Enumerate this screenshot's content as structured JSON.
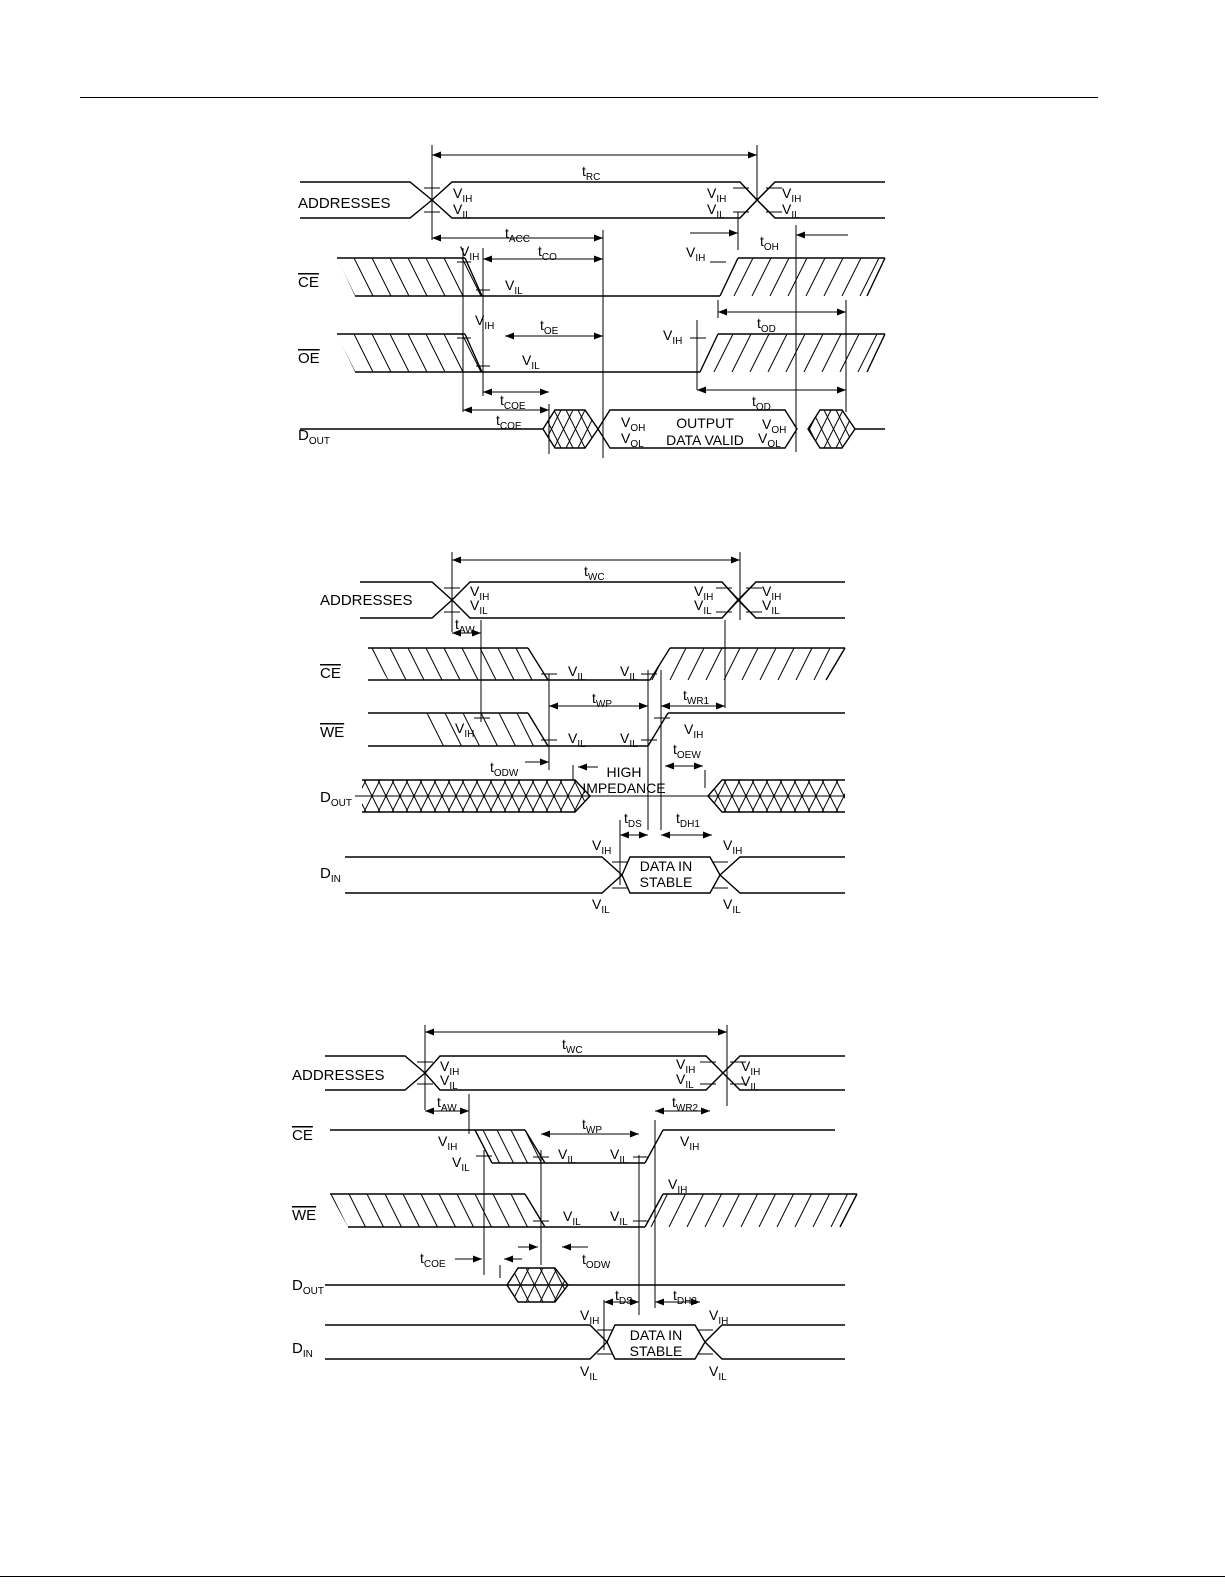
{
  "common": {
    "v_ih": {
      "main": "V",
      "sub": "IH"
    },
    "v_il": {
      "main": "V",
      "sub": "IL"
    },
    "v_oh": {
      "main": "V",
      "sub": "OH"
    },
    "v_ol": {
      "main": "V",
      "sub": "OL"
    }
  },
  "read_cycle": {
    "signals": {
      "addresses": "ADDRESSES",
      "ce": "CE",
      "oe": "OE",
      "dout": {
        "main": "D",
        "sub": "OUT"
      }
    },
    "timings": {
      "t_rc": {
        "main": "t",
        "sub": "RC"
      },
      "t_acc": {
        "main": "t",
        "sub": "ACC"
      },
      "t_co": {
        "main": "t",
        "sub": "CO"
      },
      "t_oh": {
        "main": "t",
        "sub": "OH"
      },
      "t_oe": {
        "main": "t",
        "sub": "OE"
      },
      "t_od": {
        "main": "t",
        "sub": "OD"
      },
      "t_coe": {
        "main": "t",
        "sub": "COE"
      }
    },
    "output_text": [
      "OUTPUT",
      "DATA VALID"
    ]
  },
  "write_cycle_1": {
    "signals": {
      "addresses": "ADDRESSES",
      "ce": "CE",
      "we": "WE",
      "dout": {
        "main": "D",
        "sub": "OUT"
      },
      "din": {
        "main": "D",
        "sub": "IN"
      }
    },
    "timings": {
      "t_wc": {
        "main": "t",
        "sub": "WC"
      },
      "t_aw": {
        "main": "t",
        "sub": "AW"
      },
      "t_wp": {
        "main": "t",
        "sub": "WP"
      },
      "t_wr1": {
        "main": "t",
        "sub": "WR1"
      },
      "t_odw": {
        "main": "t",
        "sub": "ODW"
      },
      "t_oew": {
        "main": "t",
        "sub": "OEW"
      },
      "t_ds": {
        "main": "t",
        "sub": "DS"
      },
      "t_dh1": {
        "main": "t",
        "sub": "DH1"
      }
    },
    "high_impedance": [
      "HIGH",
      "IMPEDANCE"
    ],
    "data_in_text": [
      "DATA IN",
      "STABLE"
    ]
  },
  "write_cycle_2": {
    "signals": {
      "addresses": "ADDRESSES",
      "ce": "CE",
      "we": "WE",
      "dout": {
        "main": "D",
        "sub": "OUT"
      },
      "din": {
        "main": "D",
        "sub": "IN"
      }
    },
    "timings": {
      "t_wc": {
        "main": "t",
        "sub": "WC"
      },
      "t_aw": {
        "main": "t",
        "sub": "AW"
      },
      "t_wp": {
        "main": "t",
        "sub": "WP"
      },
      "t_wr2": {
        "main": "t",
        "sub": "WR2"
      },
      "t_coe": {
        "main": "t",
        "sub": "COE"
      },
      "t_odw": {
        "main": "t",
        "sub": "ODW"
      },
      "t_ds": {
        "main": "t",
        "sub": "DS"
      },
      "t_dh2": {
        "main": "t",
        "sub": "DH2"
      }
    },
    "data_in_text": [
      "DATA IN",
      "STABLE"
    ]
  }
}
